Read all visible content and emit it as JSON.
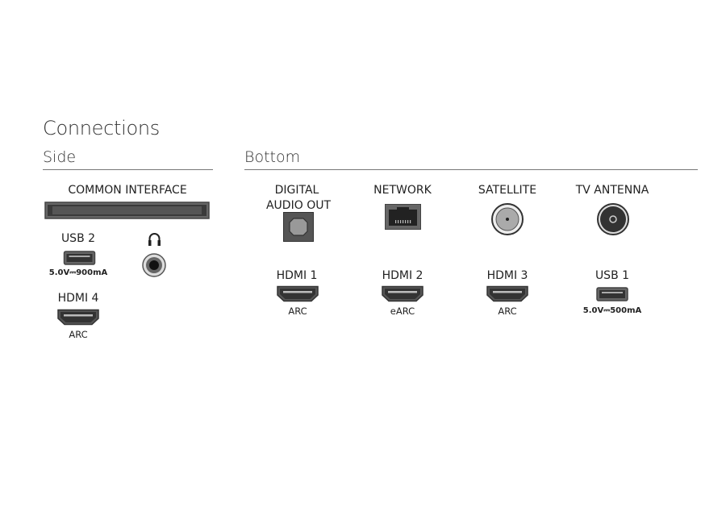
{
  "title": "Connections",
  "sections": {
    "side": "Side",
    "bottom": "Bottom"
  },
  "side": {
    "common_interface": "COMMON INTERFACE",
    "usb2": {
      "label": "USB 2",
      "spec": "5.0V⎓900mA"
    },
    "headphone": {
      "icon": "headphone-icon"
    },
    "hdmi4": {
      "label": "HDMI 4",
      "sub": "ARC"
    }
  },
  "bottom": {
    "digital_audio_out": {
      "line1": "DIGITAL",
      "line2": "AUDIO OUT"
    },
    "network": "NETWORK",
    "satellite": "SATELLITE",
    "tv_antenna": "TV ANTENNA",
    "hdmi1": {
      "label": "HDMI 1",
      "sub": "ARC"
    },
    "hdmi2": {
      "label": "HDMI 2",
      "sub": "eARC"
    },
    "hdmi3": {
      "label": "HDMI 3",
      "sub": "ARC"
    },
    "usb1": {
      "label": "USB 1",
      "spec": "5.0V⎓500mA"
    }
  }
}
